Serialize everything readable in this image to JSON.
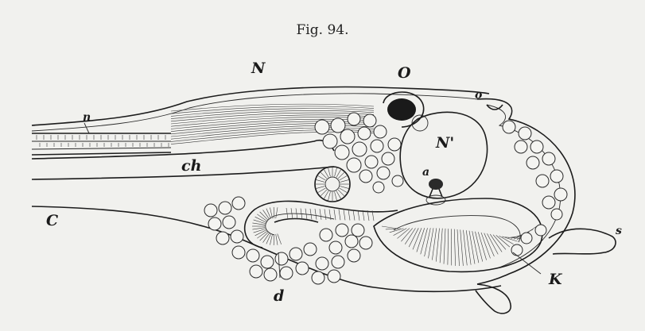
{
  "figure": {
    "caption": "Fig. 94.",
    "labels": {
      "N": "N",
      "n": "n",
      "O": "O",
      "o": "o",
      "N_prime": "N'",
      "ch": "ch",
      "a": "a",
      "C": "C",
      "s": "s",
      "d": "d",
      "K": "K"
    }
  }
}
